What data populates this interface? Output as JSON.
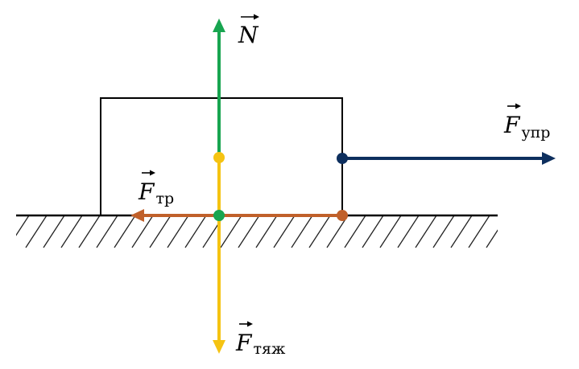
{
  "colors": {
    "normal": "#18a550",
    "gravity": "#f5c312",
    "friction": "#c0602a",
    "elastic": "#0d2f5e",
    "outline": "#000000",
    "hatch": "#222222"
  },
  "forces": {
    "normal": {
      "letter": "N",
      "subscript": ""
    },
    "gravity": {
      "letter": "F",
      "subscript": "тяж"
    },
    "friction": {
      "letter": "F",
      "subscript": "тр"
    },
    "elastic": {
      "letter": "F",
      "subscript": "упр"
    }
  }
}
